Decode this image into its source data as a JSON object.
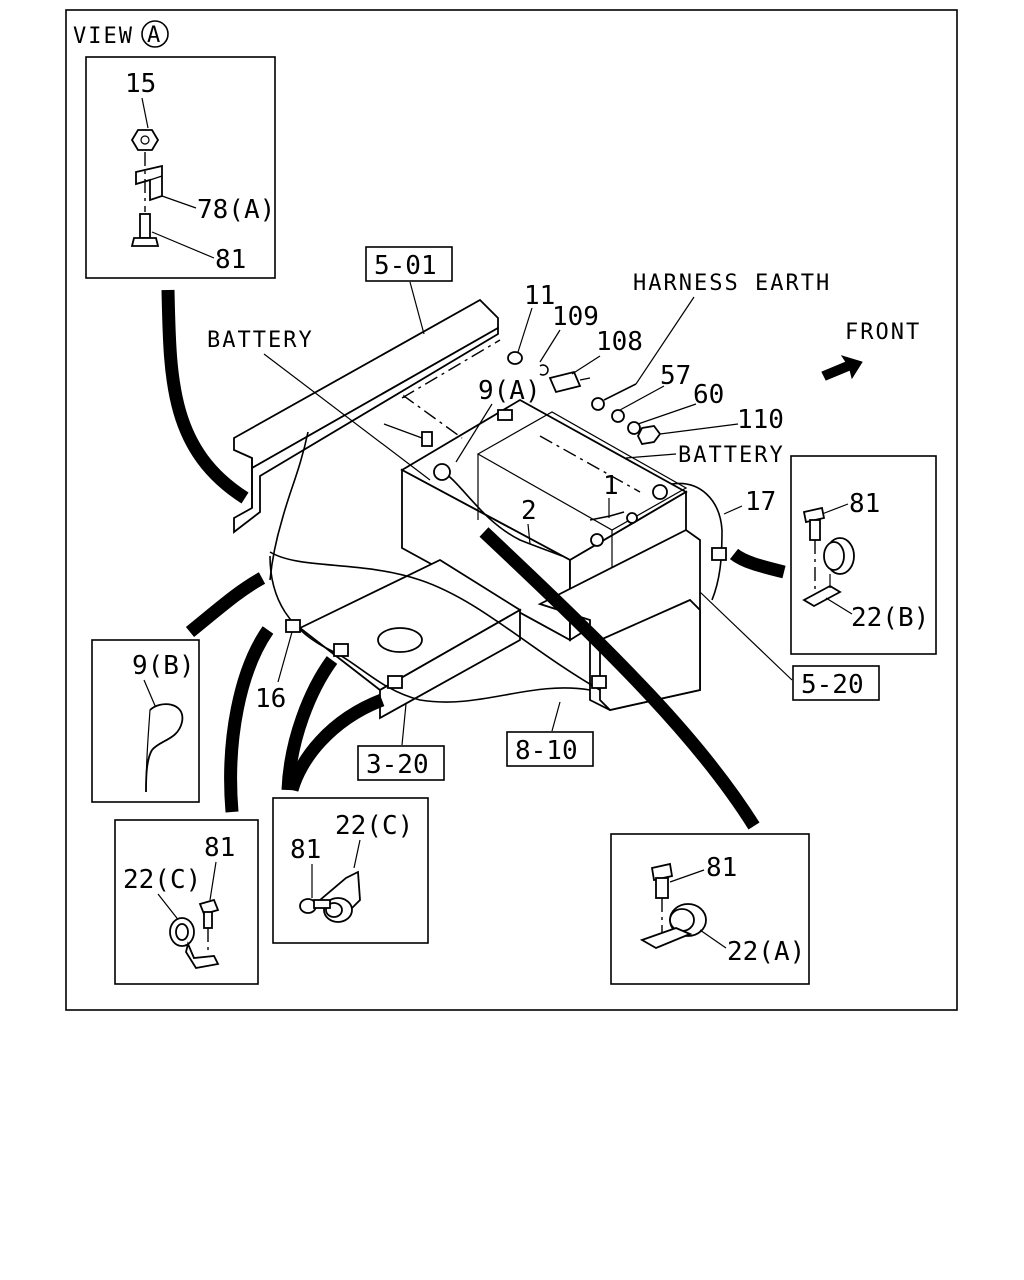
{
  "view": {
    "prefix": "VIEW",
    "circle_letter": "A"
  },
  "labels": {
    "battery_left": "BATTERY",
    "battery_right": "BATTERY",
    "harness_earth": "HARNESS EARTH",
    "front": "FRONT"
  },
  "refs": {
    "r501": "5-01",
    "r520": "5-20",
    "r320": "3-20",
    "r810": "8-10"
  },
  "parts": {
    "p15": "15",
    "p78a": "78(A)",
    "p81_viewa": "81",
    "p11": "11",
    "p109": "109",
    "p108": "108",
    "p57": "57",
    "p60": "60",
    "p110": "110",
    "p9a": "9(A)",
    "p1": "1",
    "p2": "2",
    "p17": "17",
    "p16": "16",
    "p81_b": "81",
    "p22b": "22(B)",
    "p9b": "9(B)",
    "p81_c1": "81",
    "p22c_1": "22(C)",
    "p81_c2": "81",
    "p22c_2": "22(C)",
    "p81_a": "81",
    "p22a": "22(A)"
  }
}
